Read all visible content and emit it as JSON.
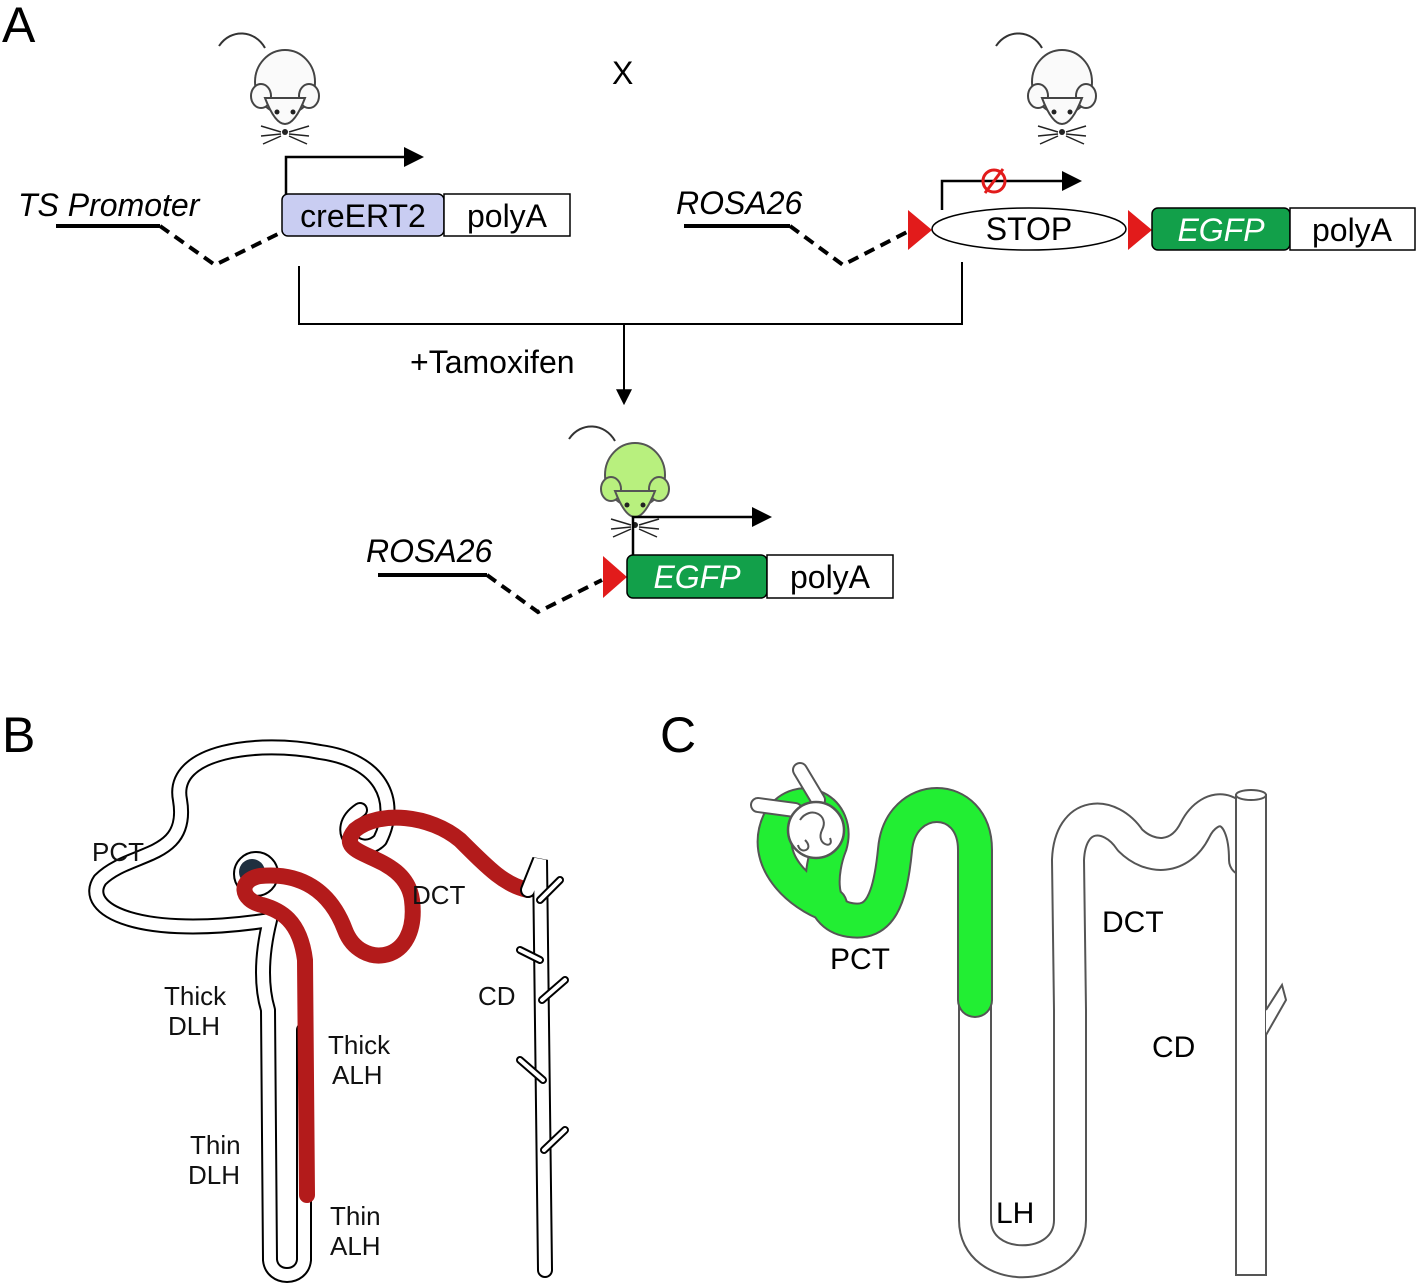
{
  "colors": {
    "cre_fill": "#c9cdf2",
    "egfp_fill": "#12a04a",
    "loxp": "#e21b1b",
    "tubule_red": "#b31b1b",
    "tubule_green": "#22ee33",
    "mouse_green": "#b8f07e"
  },
  "icons": [
    "mouse-icon",
    "green-mouse-icon",
    "blocked-transcription-icon",
    "loxp-triangle-icon"
  ],
  "panel_a": {
    "letter": "A",
    "cross": "X",
    "ts_promoter": "TS Promoter",
    "creert2": "creERT2",
    "polya": "polyA",
    "rosa26": "ROSA26",
    "stop": "STOP",
    "egfp": "EGFP",
    "tamoxifen": "+Tamoxifen"
  },
  "panel_b": {
    "letter": "B",
    "pct": "PCT",
    "dct": "DCT",
    "cd": "CD",
    "thick_dlh_1": "Thick",
    "thick_dlh_2": "DLH",
    "thick_alh_1": "Thick",
    "thick_alh_2": "ALH",
    "thin_dlh_1": "Thin",
    "thin_dlh_2": "DLH",
    "thin_alh_1": "Thin",
    "thin_alh_2": "ALH"
  },
  "panel_c": {
    "letter": "C",
    "pct": "PCT",
    "dct": "DCT",
    "cd": "CD",
    "lh": "LH"
  }
}
